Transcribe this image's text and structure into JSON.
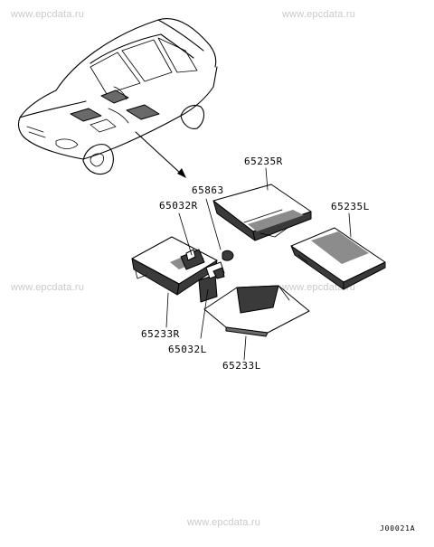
{
  "watermarks": [
    "www.epcdata.ru"
  ],
  "callouts": {
    "p65235R": "65235R",
    "p65863": "65863",
    "p65032R": "65032R",
    "p65235L": "65235L",
    "p65233R": "65233R",
    "p65032L": "65032L",
    "p65233L": "65233L"
  },
  "drawing_code": "J00021A"
}
